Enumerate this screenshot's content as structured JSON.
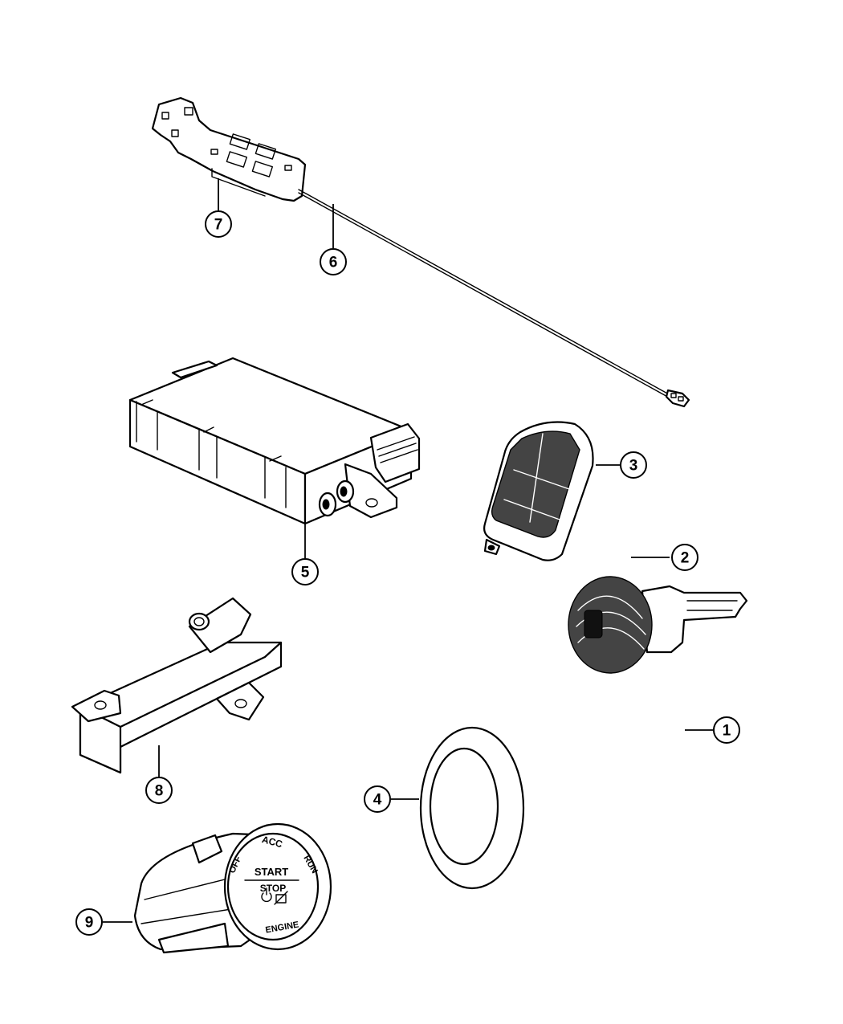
{
  "callouts": [
    {
      "id": "callout-1",
      "label": "1"
    },
    {
      "id": "callout-2",
      "label": "2"
    },
    {
      "id": "callout-3",
      "label": "3"
    },
    {
      "id": "callout-4",
      "label": "4"
    },
    {
      "id": "callout-5",
      "label": "5"
    },
    {
      "id": "callout-6",
      "label": "6"
    },
    {
      "id": "callout-7",
      "label": "7"
    },
    {
      "id": "callout-8",
      "label": "8"
    },
    {
      "id": "callout-9",
      "label": "9"
    }
  ],
  "ignition_switch": {
    "label_acc": "ACC",
    "label_off": "OFF",
    "label_run": "RUN",
    "label_start": "START",
    "label_stop": "STOP",
    "label_engine": "ENGINE"
  },
  "colors": {
    "line": "#000000",
    "background": "#ffffff"
  }
}
